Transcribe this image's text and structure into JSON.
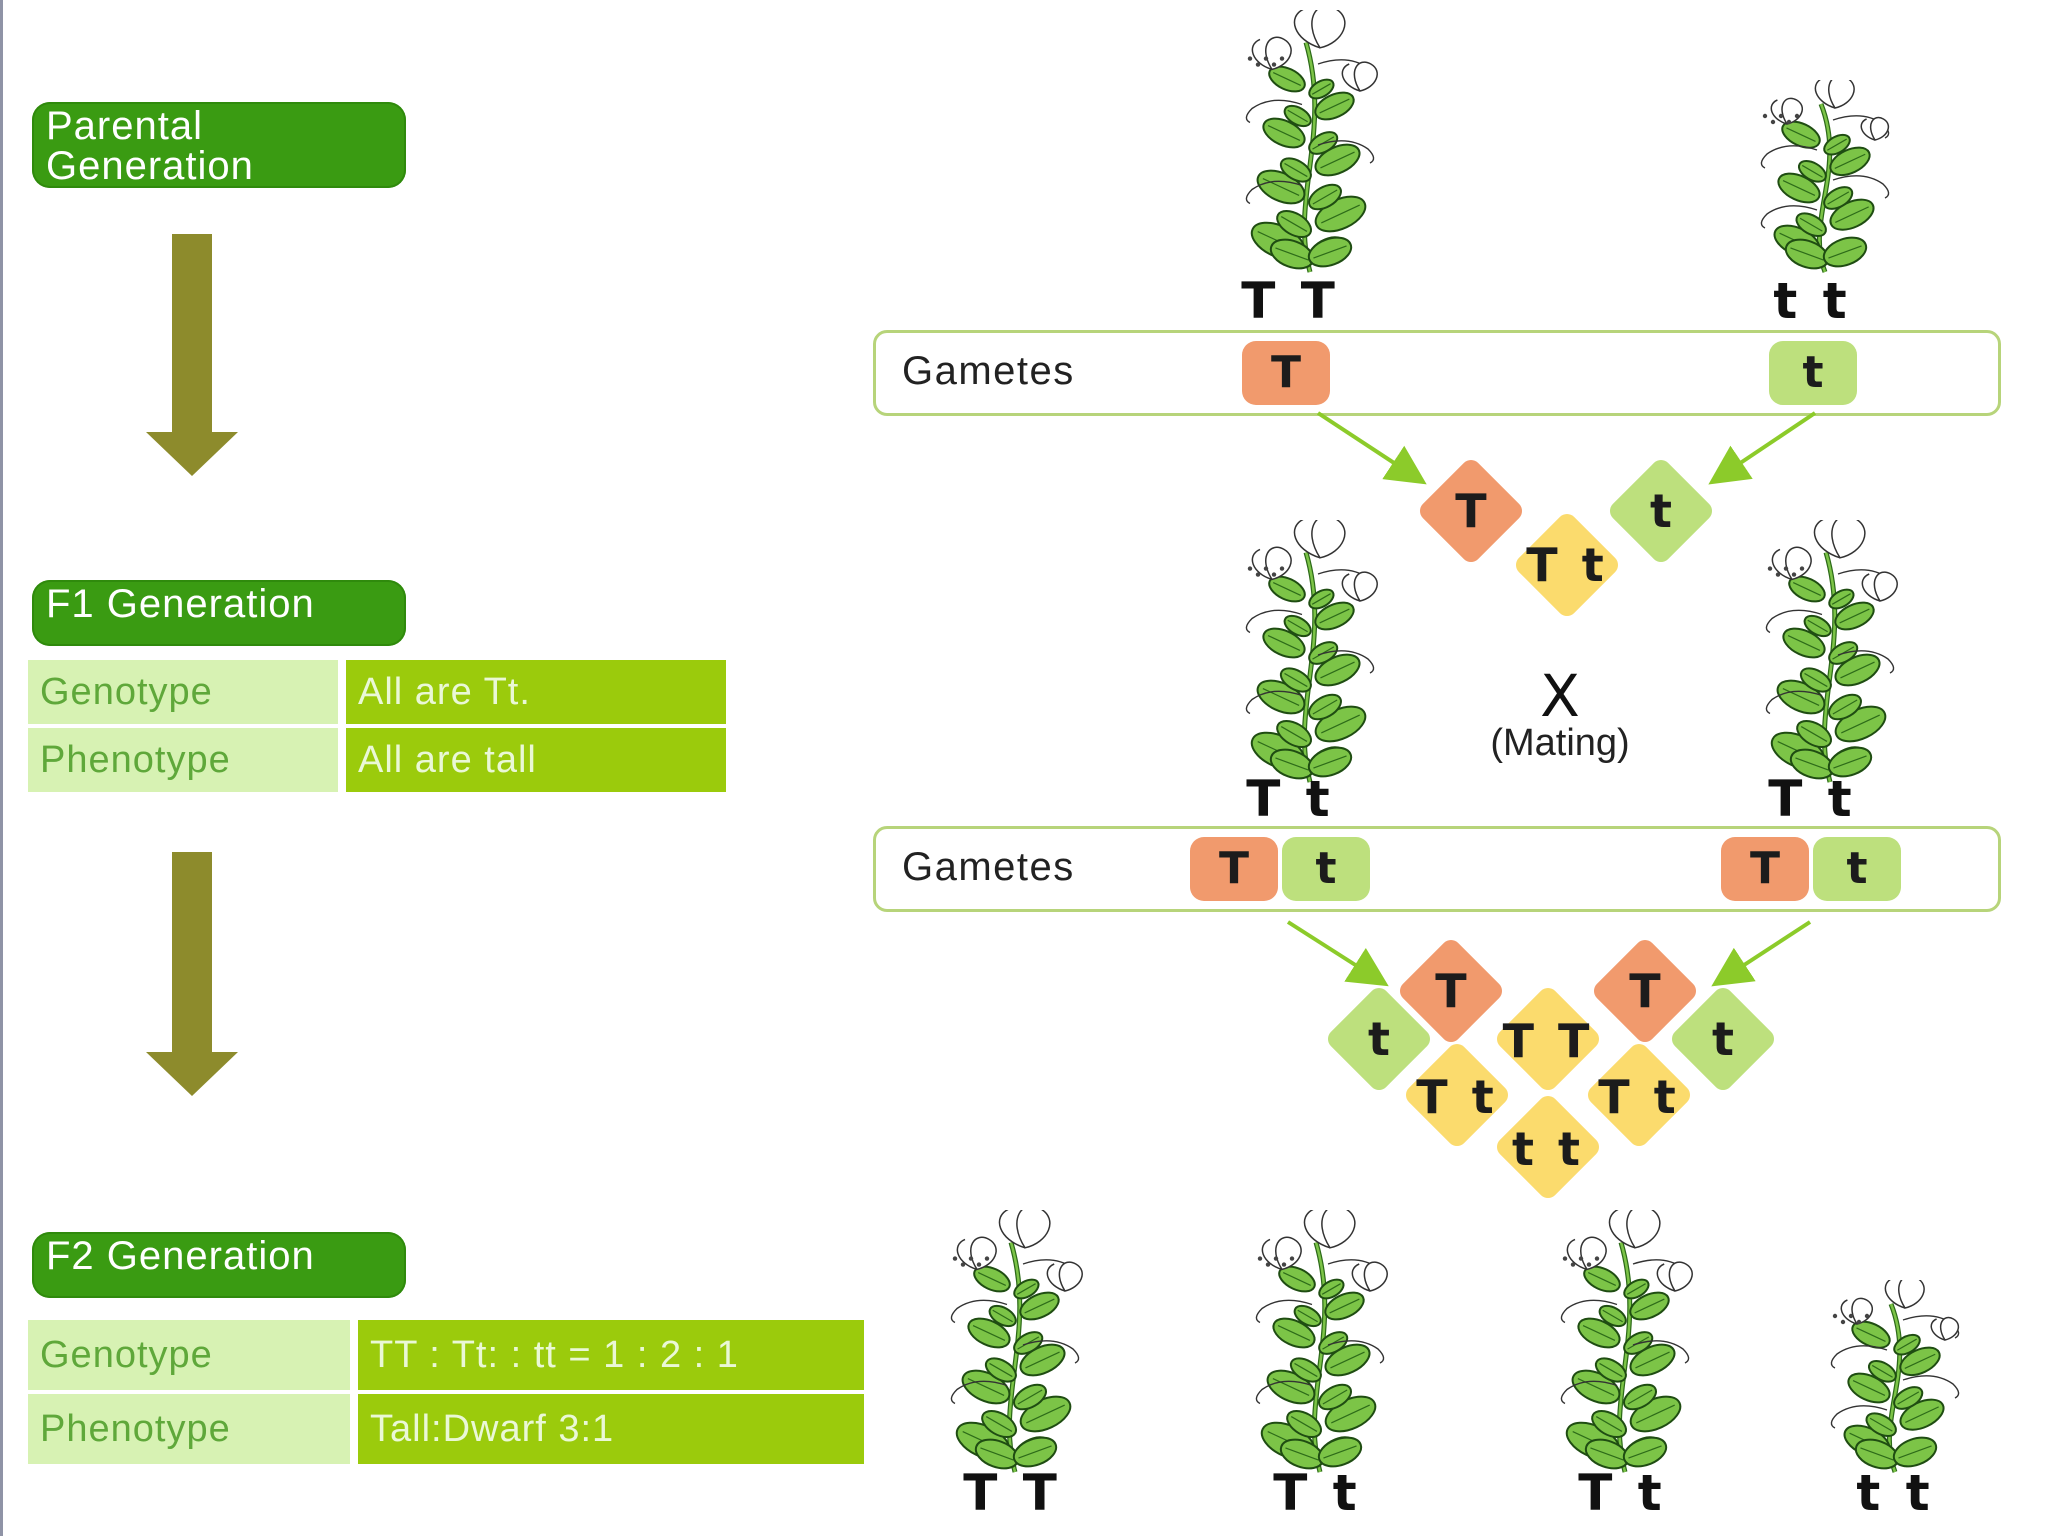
{
  "parental_label": "Parental\nGeneration",
  "f1_label": "F1 Generation",
  "f1_table": [
    {
      "key": "Genotype",
      "value": "All are Tt."
    },
    {
      "key": "Phenotype",
      "value": "All are tall"
    }
  ],
  "f2_label": "F2 Generation",
  "f2_table": [
    {
      "key": "Genotype",
      "value": "TT : Tt: : tt =  1 : 2 : 1"
    },
    {
      "key": "Phenotype",
      "value": "Tall:Dwarf 3:1"
    }
  ],
  "gametes_label": "Gametes",
  "parents": [
    "T T",
    "t t"
  ],
  "parent_gametes": [
    "T",
    "t"
  ],
  "f1_cross": {
    "left": "T",
    "right": "t",
    "offspring": "T t"
  },
  "f1_plants": [
    "T t",
    "T t"
  ],
  "mating_symbol": "X",
  "mating_text": "(Mating)",
  "f1_gametes": [
    "T",
    "t",
    "T",
    "t"
  ],
  "f2_cross": {
    "top_left": "T",
    "top_right": "T",
    "left": "t",
    "right": "t",
    "cells": [
      "T T",
      "T t",
      "T t",
      "t t"
    ]
  },
  "f2_plants": [
    "T T",
    "T t",
    "T t",
    "t t"
  ],
  "colors": {
    "dominant": "#f19a6d",
    "recessive": "#bde07d",
    "offspring": "#fbdb6d",
    "header": "#3a9b12"
  }
}
